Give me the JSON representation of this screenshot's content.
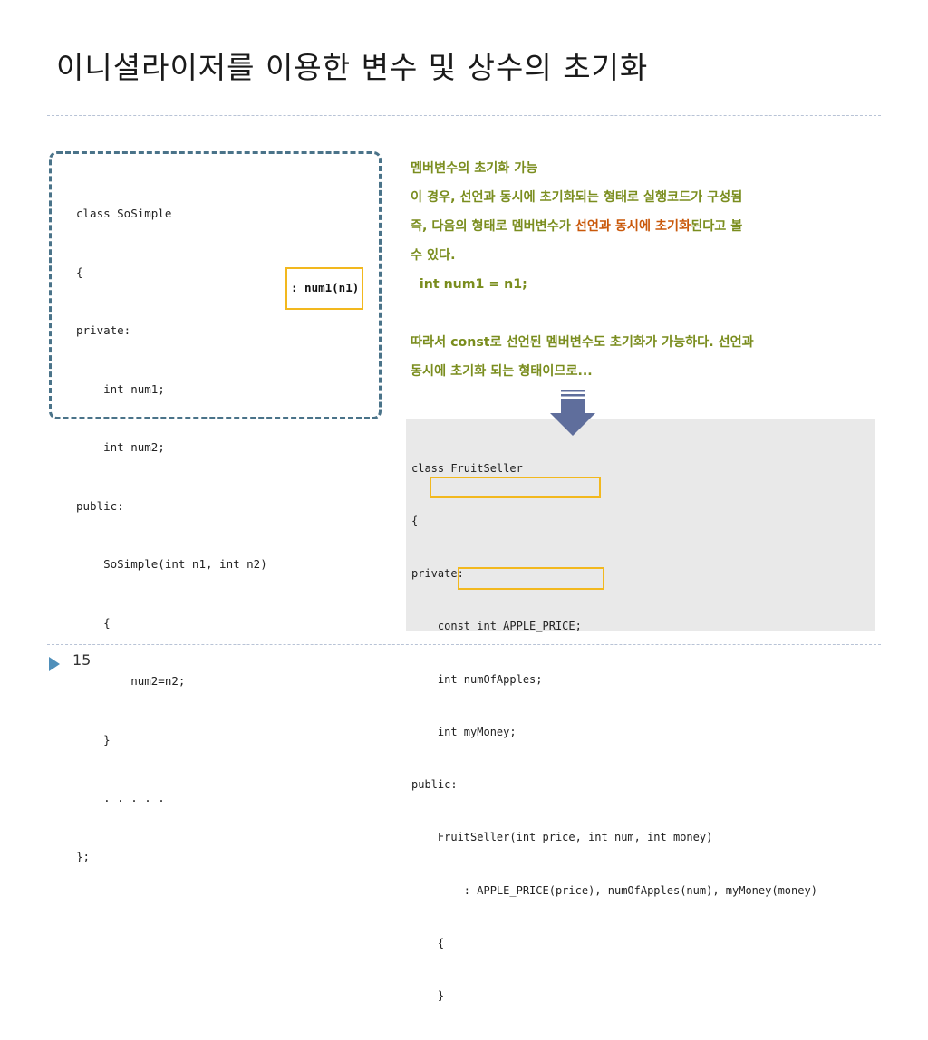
{
  "slide": {
    "title": "이니셜라이저를 이용한 변수 및 상수의 초기화",
    "page_number": "15"
  },
  "code_box_1": {
    "lines": [
      "class SoSimple",
      "{",
      "private:",
      "    int num1;",
      "    int num2;",
      "public:",
      "    SoSimple(int n1, int n2)",
      "    {",
      "        num2=n2;",
      "    }",
      "    . . . . .",
      "};"
    ],
    "highlight": ": num1(n1)"
  },
  "explanation": {
    "l1": "멤버변수의 초기화 가능",
    "l2": "이 경우, 선언과 동시에 초기화되는 형태로 실행코드가 구성됨",
    "l3_a": "즉, 다음의 형태로 멤버변수가 ",
    "l3_b": "선언과 동시에 초기화",
    "l3_c": "된다고 볼",
    "l4": "수 있다.",
    "l5": "  int num1 = n1;",
    "l6": "따라서 const로 선언된 멤버변수도 초기화가 가능하다. 선언과",
    "l7": "동시에 초기화 되는 형태이므로..."
  },
  "code_box_2": {
    "lines": [
      "class FruitSeller",
      "{",
      "private:",
      "    const int APPLE_PRICE;",
      "    int numOfApples;",
      "    int myMoney;",
      "public:",
      "    FruitSeller(int price, int num, int money)",
      "        : APPLE_PRICE(price), numOfApples(num), myMoney(money)",
      "    {",
      "    }"
    ]
  },
  "colors": {
    "explanation_text": "#7a8d1e",
    "emphasis_text": "#c9580a",
    "highlight_border": "#f2b81e",
    "code_box_border": "#4a7389",
    "arrow": "#5f6e9c"
  },
  "icons": {
    "page_marker": "triangle-right-icon",
    "flow_arrow": "arrow-down-icon"
  }
}
